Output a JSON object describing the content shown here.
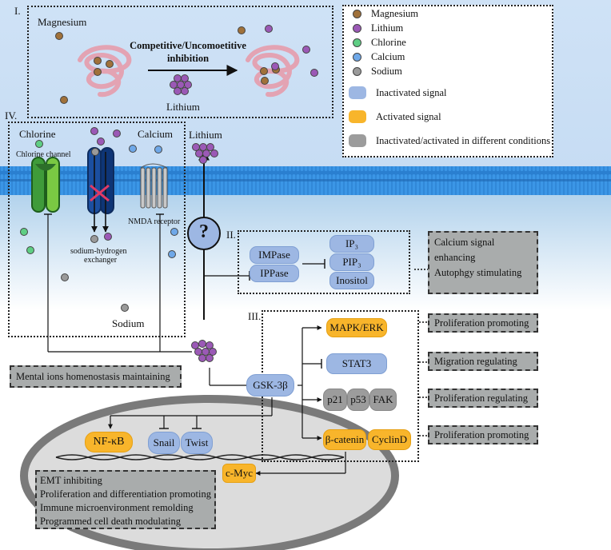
{
  "panel_labels": {
    "p1": "I.",
    "p2": "II.",
    "p3": "III.",
    "p4": "IV."
  },
  "panel1": {
    "magnesium": "Magnesium",
    "inhibition_line1": "Competitive/Uncomoetitive",
    "inhibition_line2": "inhibition",
    "lithium": "Lithium"
  },
  "legend": {
    "ions": [
      {
        "label": "Magnesium",
        "color": "#a0713a"
      },
      {
        "label": "Lithium",
        "color": "#9b59b6"
      },
      {
        "label": "Chlorine",
        "color": "#5fce84"
      },
      {
        "label": "Calcium",
        "color": "#6fa8e8"
      },
      {
        "label": "Sodium",
        "color": "#9a9a9a"
      }
    ],
    "signals": [
      {
        "label": "Inactivated signal",
        "color": "#9db7e3"
      },
      {
        "label": "Activated signal",
        "color": "#f8b52b"
      },
      {
        "label": "Inactivated/activated in different conditions",
        "color": "#9c9c9c"
      }
    ]
  },
  "panel4": {
    "chlorine": "Chlorine",
    "chlorine_channel": "Chlorine channel",
    "calcium": "Calcium",
    "nmda": "NMDA receptor",
    "exchanger_line1": "sodium-hydrogen",
    "exchanger_line2": "exchanger",
    "sodium": "Sodium"
  },
  "lithium_top": "Lithium",
  "question_mark": "?",
  "panel2": {
    "impase": "IMPase",
    "ippase": "IPPase",
    "ip3": "IP₃",
    "pip3": "PIP₃",
    "inositol": "Inositol",
    "outcome_line1": "Calcium signal enhancing",
    "outcome_line2": "Autophgy stimulating"
  },
  "panel3": {
    "mapk": "MAPK/ERK",
    "stat3": "STAT3",
    "p21": "p21",
    "p53": "p53",
    "fak": "FAK",
    "bcatenin": "β-catenin",
    "cyclind": "CyclinD",
    "gsk": "GSK-3β"
  },
  "outcomes": {
    "mapk": "Proliferation promoting",
    "stat3": "Migration regulating",
    "p53": "Proliferation regulating",
    "bcat": "Proliferation promoting"
  },
  "mental": "Mental ions homenostasis maintaining",
  "nucleus": {
    "nfkb": "NF-κB",
    "snail": "Snail",
    "twist": "Twist",
    "cmyc": "c-Myc",
    "effects": [
      "EMT inhibiting",
      "Proliferation and differentiation promoting",
      "Immune microenvironment remolding",
      "Programmed cell death modulating"
    ]
  }
}
